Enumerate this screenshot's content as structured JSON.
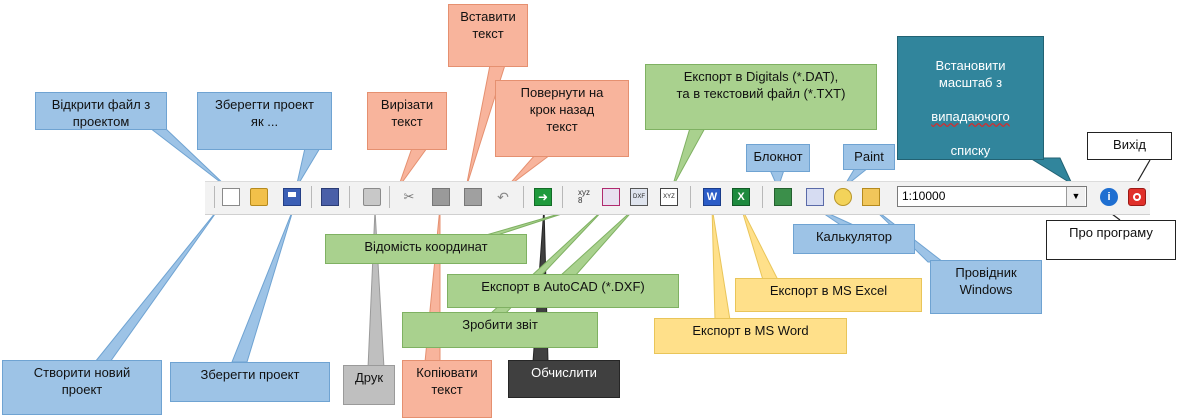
{
  "toolbar": {
    "scale_value": "1:10000",
    "icons": [
      "new-file-icon",
      "open-folder-icon",
      "save-icon",
      "save-as-icon",
      "print-icon",
      "cut-icon",
      "copy-icon",
      "paste-icon",
      "undo-icon",
      "calculate-icon",
      "coordinates-list-icon",
      "report-icon",
      "autocad-export-icon",
      "digitals-export-icon",
      "word-export-icon",
      "excel-export-icon",
      "notepad-icon",
      "calculator-icon",
      "paint-icon",
      "explorer-icon",
      "about-icon",
      "exit-icon"
    ]
  },
  "callouts": {
    "create_new": "Створити новий\nпроект",
    "open_file": "Відкрити файл з\nпроектом",
    "save_as": "Зберегти проект\nяк ...",
    "save_project": "Зберегти проект",
    "print": "Друк",
    "cut": "Вирізати\nтекст",
    "paste": "Вставити\nтекст",
    "undo": "Повернути на\nкрок назад\nтекст",
    "copy": "Копіювати\nтекст",
    "calculate": "Обчислити",
    "coordinates": "Відомість координат",
    "autocad": "Експорт в AutoCAD (*.DXF)",
    "report": "Зробити звіт",
    "digitals": "Експорт в Digitals (*.DAT),\nта в текстовий файл (*.TXT)",
    "word": "Експорт в MS Word",
    "excel": "Експорт в MS Excel",
    "notepad": "Блокнот",
    "paint": "Paint",
    "calculator": "Калькулятор",
    "explorer": "Провідник\nWindows",
    "scale_line1": "Встановити\nмасштаб з",
    "scale_line2": "випадаючого",
    "scale_line3": "списку",
    "exit": "Вихід",
    "about": "Про програму"
  },
  "colors": {
    "blue": "#9dc3e6",
    "red": "#f8b49c",
    "green": "#a9d18e",
    "yellow": "#ffe08a",
    "gray": "#bfbfbf",
    "dark": "#404040",
    "teal": "#31859c"
  }
}
